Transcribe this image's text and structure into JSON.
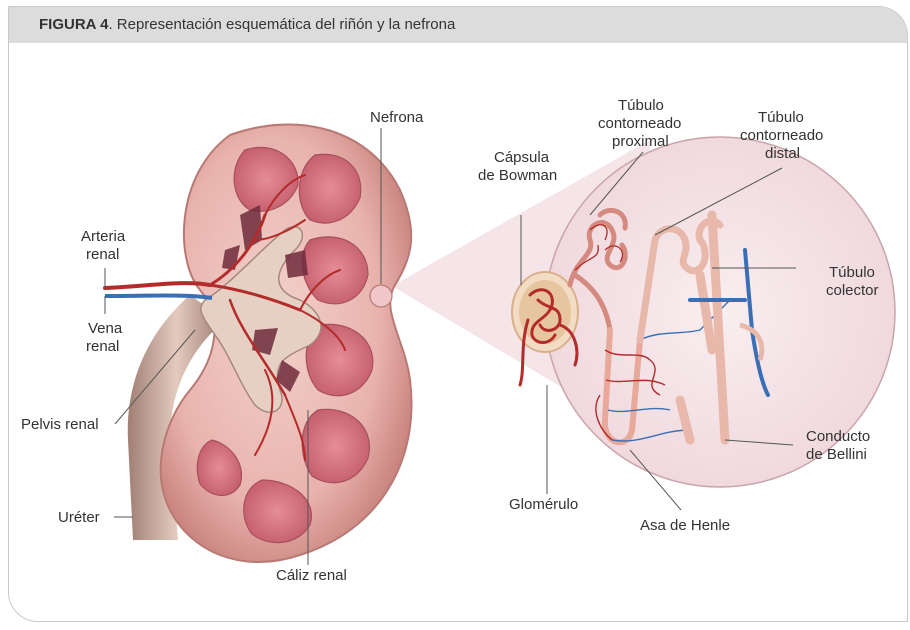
{
  "header": {
    "figure_label": "FIGURA 4",
    "title": ". Representación esquemática del riñón y la nefrona"
  },
  "labels": {
    "nefrona": "Nefrona",
    "arteria_renal_1": "Arteria",
    "arteria_renal_2": "renal",
    "vena_renal_1": "Vena",
    "vena_renal_2": "renal",
    "pelvis_renal": "Pelvis renal",
    "ureter": "Uréter",
    "caliz_renal": "Cáliz renal",
    "capsula_bowman_1": "Cápsula",
    "capsula_bowman_2": "de Bowman",
    "tubulo_proximal_1": "Túbulo",
    "tubulo_proximal_2": "contorneado",
    "tubulo_proximal_3": "proximal",
    "tubulo_distal_1": "Túbulo",
    "tubulo_distal_2": "contorneado",
    "tubulo_distal_3": "distal",
    "tubulo_colector_1": "Túbulo",
    "tubulo_colector_2": "colector",
    "conducto_bellini_1": "Conducto",
    "conducto_bellini_2": "de Bellini",
    "glomerulo": "Glomérulo",
    "asa_henle": "Asa de Henle"
  },
  "colors": {
    "header_bg": "#dcdcdc",
    "kidney_outer": "#e9b3ad",
    "pyramid": "#d8717f",
    "artery": "#b32b2b",
    "vein": "#3a6fb5",
    "tubule": "#e8a89a",
    "ureter": "#c8a89a"
  }
}
